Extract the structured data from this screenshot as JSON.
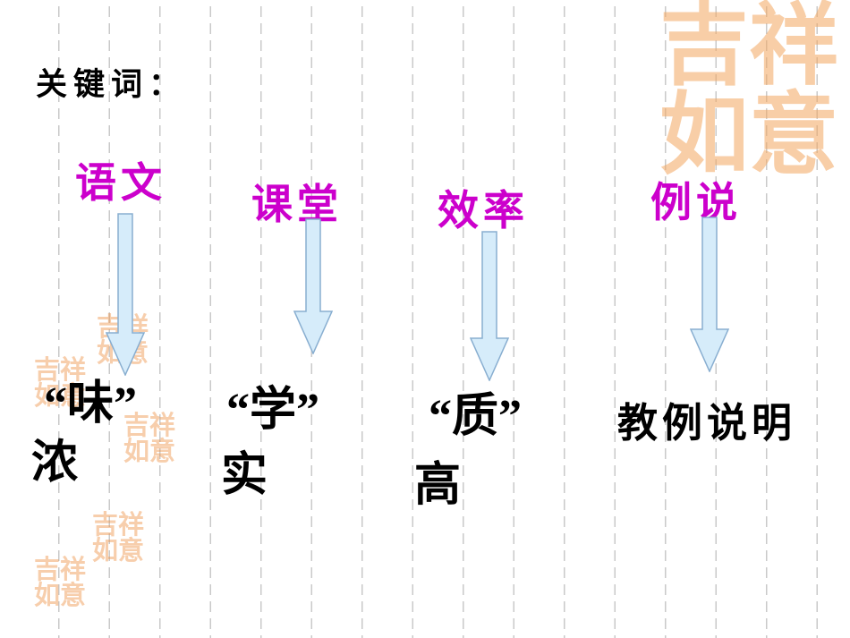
{
  "slide": {
    "heading": "关键词：",
    "keywords": [
      {
        "label": "语文"
      },
      {
        "label": "课堂"
      },
      {
        "label": "效率"
      },
      {
        "label": "例说"
      }
    ],
    "results": [
      {
        "line1": "“味”",
        "line2": "浓"
      },
      {
        "line1": "“学”",
        "line2": "实"
      },
      {
        "line1": "“质”",
        "line2": "高"
      },
      {
        "line1": "教例说明"
      }
    ],
    "stamp_text": "吉祥如意",
    "colors": {
      "keyword_magenta": "#cc00cc",
      "arrow_fill": "#d6ecfa",
      "arrow_outline": "#88aed0",
      "stamp_orange": "#f09a4a",
      "text_black": "#000000"
    }
  }
}
